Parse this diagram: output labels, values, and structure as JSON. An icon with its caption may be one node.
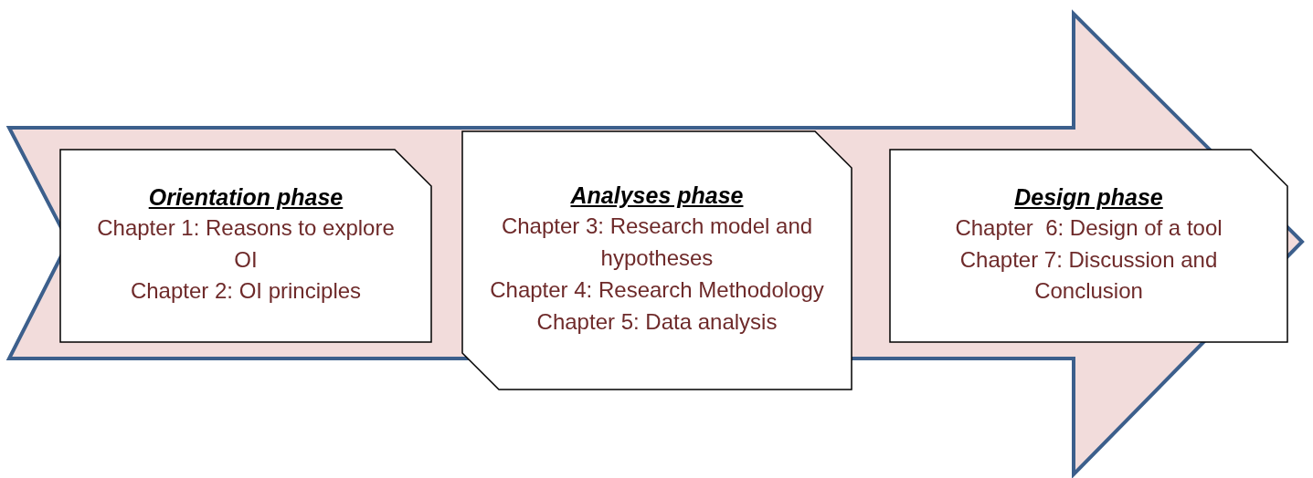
{
  "diagram": {
    "nodes": [
      {
        "text": [
          "Orientation phase",
          "Chapter 1: Reasons to explore OI",
          "Chapter 2: OI principles"
        ]
      },
      {
        "text": [
          "Analyses phase",
          "Chapter 3: Research model and hypotheses",
          "Chapter 4: Research Methodology",
          "Chapter 5: Data analysis"
        ]
      },
      {
        "text": [
          "Design phase",
          "Chapter  6: Design of a tool",
          "Chapter 7: Discussion and Conclusion"
        ]
      }
    ],
    "edges": []
  }
}
